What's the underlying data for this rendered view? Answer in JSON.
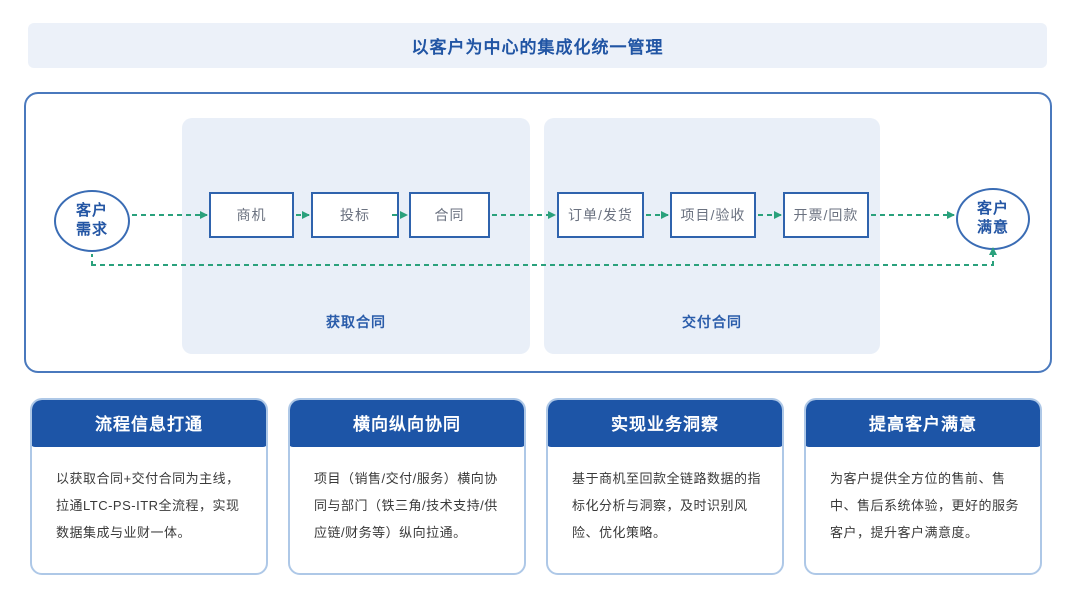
{
  "colors": {
    "accent_blue": "#2155a4",
    "container_border": "#4a79bd",
    "panel_bg": "#e9eff8",
    "box_border": "#2f63ad",
    "arrow_green": "#2aa17c",
    "card_header_bg": "#1d55a7",
    "card_border": "#aec8e7"
  },
  "banner": {
    "title": "以客户为中心的集成化统一管理"
  },
  "flow": {
    "start_node": {
      "line1": "客户",
      "line2": "需求"
    },
    "end_node": {
      "line1": "客户",
      "line2": "满意"
    },
    "steps": [
      {
        "label": "商机"
      },
      {
        "label": "投标"
      },
      {
        "label": "合同"
      },
      {
        "label": "订单/发货"
      },
      {
        "label": "项目/验收"
      },
      {
        "label": "开票/回款"
      }
    ],
    "phases": [
      {
        "label": "获取合同"
      },
      {
        "label": "交付合同"
      }
    ]
  },
  "cards": [
    {
      "title": "流程信息打通",
      "body": "以获取合同+交付合同为主线，拉通LTC-PS-ITR全流程，实现数据集成与业财一体。"
    },
    {
      "title": "横向纵向协同",
      "body": "项目（销售/交付/服务）横向协同与部门（铁三角/技术支持/供应链/财务等）纵向拉通。"
    },
    {
      "title": "实现业务洞察",
      "body": "基于商机至回款全链路数据的指标化分析与洞察，及时识别风险、优化策略。"
    },
    {
      "title": "提高客户满意",
      "body": "为客户提供全方位的售前、售中、售后系统体验，更好的服务客户，提升客户满意度。"
    }
  ]
}
